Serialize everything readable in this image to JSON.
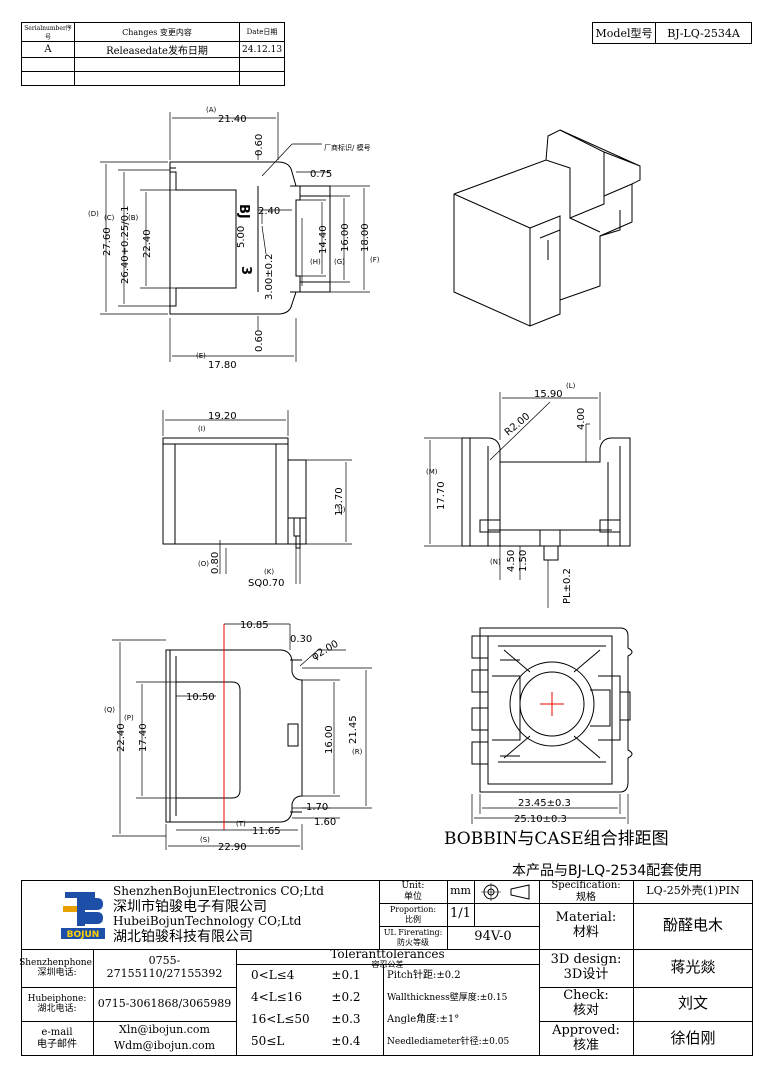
{
  "revision_table": {
    "headers": [
      "Serialnumber序号",
      "Changes 变更内容",
      "Date日期"
    ],
    "rows": [
      [
        "A",
        "Releasedate发布日期",
        "24.12.13"
      ],
      [
        "",
        "",
        ""
      ],
      [
        "",
        "",
        ""
      ]
    ]
  },
  "model": {
    "label": "Model型号",
    "value": "BJ-LQ-2534A"
  },
  "drawing": {
    "view1": {
      "A": "(A)",
      "A_val": "21.40",
      "B": "(B)",
      "B_val": "22.40",
      "C": "(C)",
      "C_val": "26.40+0.25/0.1",
      "D": "(D)",
      "D_val": "27.60",
      "E": "(E)",
      "E_val": "17.80",
      "F": "(F)",
      "F_val": "18.00",
      "G": "(G)",
      "G_val": "16.00",
      "H": "(H)",
      "H_val": "14.40",
      "top_gap": "0.60",
      "bottom_gap": "0.60",
      "w075": "0.75",
      "w240": "2.40",
      "w500": "5.00",
      "w300": "3.00±0.2",
      "mark_note": "厂商标识/ 模号",
      "mark_bj": "BJ",
      "mark_3": "3"
    },
    "view2": {
      "I": "(I)",
      "I_val": "19.20",
      "J": "(J)",
      "J_val": "13.70",
      "O": "(O)",
      "O_val": "0.80",
      "K": "(K)",
      "K_val": "SQ0.70"
    },
    "view3": {
      "L": "(L)",
      "L_val": "15.90",
      "M": "(M)",
      "M_val": "17.70",
      "N": "(N)",
      "r": "R2.00",
      "h400": "4.00",
      "n450": "4.50",
      "n150": "1.50",
      "pl": "PL±0.2"
    },
    "view4": {
      "w1085": "10.85",
      "w030": "0.30",
      "phi": "φ2.00",
      "w1050": "10.50",
      "Q": "(Q)",
      "Q_val": "22.40",
      "P": "(P)",
      "P_val": "17.40",
      "R": "(R)",
      "R_val": "21.45",
      "h1600": "16.00",
      "w170": "1.70",
      "w160": "1.60",
      "T": "(T)",
      "T_val": "11.65",
      "S": "(S)",
      "S_val": "22.90"
    },
    "view5": {
      "w2345": "23.45±0.3",
      "w2510": "25.10±0.3"
    },
    "bobbin_title": "BOBBIN与CASE组合排距图",
    "usage_note": "本产品与BJ-LQ-2534配套使用"
  },
  "title_block": {
    "company_en1": "ShenzhenBojunElectronics CO;Ltd",
    "company_cn1": "深圳市铂骏电子有限公司",
    "company_en2": "HubeiBojunTechnology CO;Ltd",
    "company_cn2": "湖北铂骏科技有限公司",
    "logo_text": "BOJUN",
    "unit_label": "Unit:\n单位",
    "unit_value": "mm",
    "proportion_label": "Proportion:\n比例",
    "proportion_value": "1/1",
    "ul_label": "UL Firerating:\n防火等级",
    "ul_value": "94V-0",
    "spec_label": "Specification:\n规格",
    "spec_value": "LQ-25外壳(1)PIN",
    "material_label": "Material:\n材料",
    "material_value": "酚醛电木",
    "design_label": "3D design:\n3D设计",
    "design_value": "蒋光燚",
    "check_label": "Check:\n核对",
    "check_value": "刘文",
    "approved_label": "Approved:\n核准",
    "approved_value": "徐伯刚",
    "sz_label": "Shenzhenphone:\n深圳电话:",
    "sz_value": "0755-27155110/27155392",
    "hb_label": "Hubeiphone:\n湖北电话:",
    "hb_value": "0715-3061868/3065989",
    "email_label": "e-mail\n电子邮件",
    "email1": "Xln@ibojun.com",
    "email2": "Wdm@ibojun.com",
    "tol_title": "Toleranttolerances",
    "tol_sub": "容忍公差",
    "tol_rows": [
      [
        "0<L≤4",
        "±0.1"
      ],
      [
        "4<L≤16",
        "±0.2"
      ],
      [
        "16<L≤50",
        "±0.3"
      ],
      [
        "50≤L",
        "±0.4"
      ]
    ],
    "pitch": "Pitch针距:±0.2",
    "wall": "Wallthickness壁厚度:±0.15",
    "angle": "Angle角度:±1°",
    "needle": "Needlediameter针径:±0.05"
  }
}
